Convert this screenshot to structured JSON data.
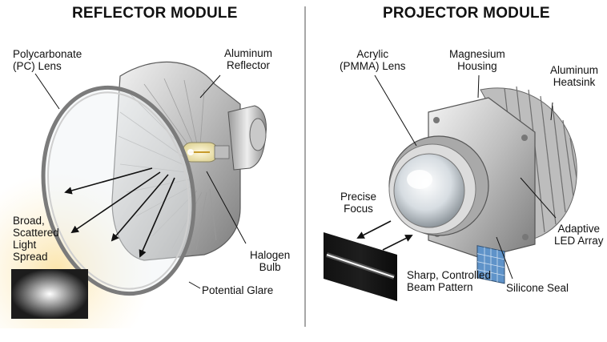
{
  "titles": {
    "reflector": "REFLECTOR MODULE",
    "projector": "PROJECTOR MODULE"
  },
  "labels": {
    "pc_lens": "Polycarbonate\n(PC) Lens",
    "aluminum_reflector": "Aluminum\nReflector",
    "broad_spread": "Broad,\nScattered\nLight\nSpread",
    "halogen_bulb": "Halogen\nBulb",
    "potential_glare": "Potential Glare",
    "acrylic_lens": "Acrylic\n(PMMA) Lens",
    "magnesium_housing": "Magnesium\nHousing",
    "aluminum_heatsink": "Aluminum\nHeatsink",
    "precise_focus": "Precise\nFocus",
    "adaptive_led": "Adaptive\nLED Array",
    "sharp_beam": "Sharp, Controlled\nBeam Pattern",
    "silicone_seal": "Silicone Seal"
  },
  "colors": {
    "text": "#111111",
    "divider": "#8a8a8a",
    "metal_light": "#e8e8e8",
    "metal_dark": "#8c8c8c",
    "glow": "#fbe7b0",
    "led_blue": "#5f93c9"
  }
}
